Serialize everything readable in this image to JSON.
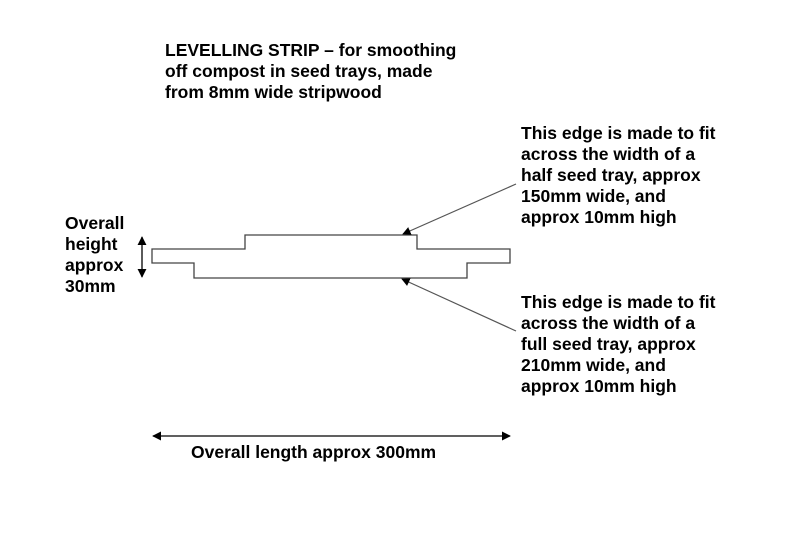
{
  "title": "LEVELLING STRIP – for smoothing\noff compost in seed trays, made\nfrom 8mm wide stripwood",
  "top_note": "This edge is made to fit\nacross the width of a\nhalf seed tray, approx\n150mm wide, and\napprox 10mm high",
  "bottom_note": "This edge is made to fit\nacross the width of a\nfull seed tray, approx\n210mm wide, and\napprox 10mm high",
  "height_label": "Overall\nheight\napprox\n30mm",
  "length_label": "Overall length approx 300mm"
}
